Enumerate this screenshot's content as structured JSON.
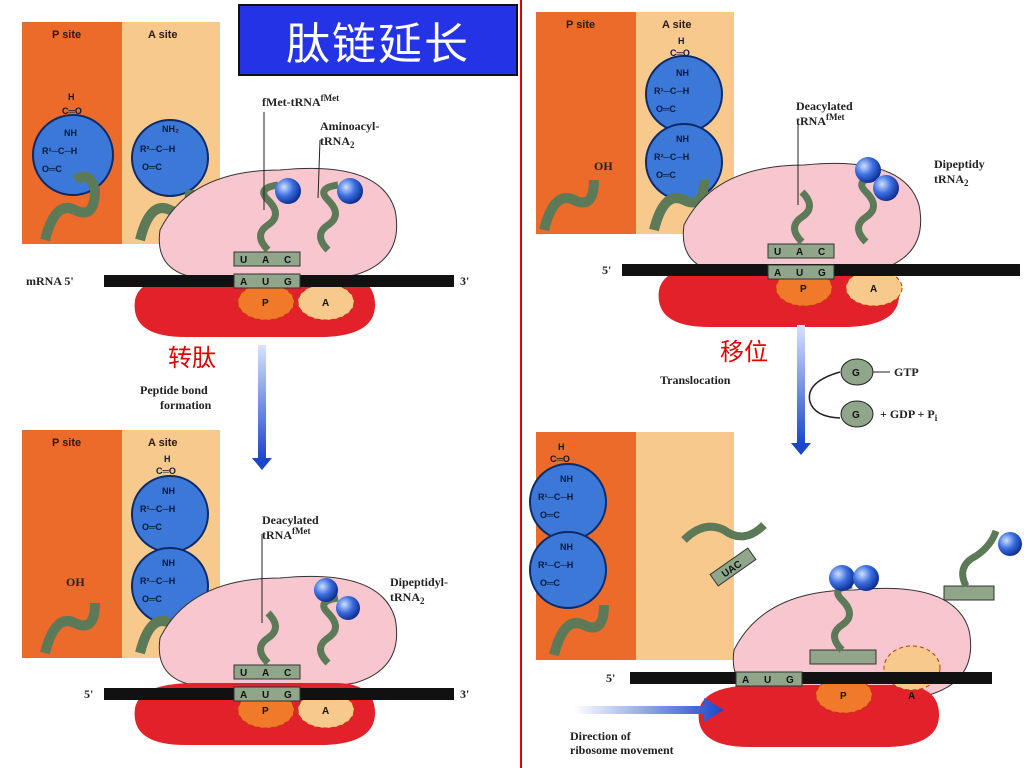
{
  "title": "肽链延长",
  "steps": {
    "peptide_bond_cn": "转肽",
    "peptide_bond_en_1": "Peptide bond",
    "peptide_bond_en_2": "formation",
    "translocation_cn": "移位",
    "translocation_en": "Translocation",
    "gtp_label": "GTP",
    "gdp_label": "+ GDP + P",
    "gdp_sub": "i",
    "g_symbol": "G"
  },
  "panels": {
    "p_site": "P site",
    "a_site": "A site",
    "fmet_trna": "fMet-tRNA",
    "fmet_sup": "fMet",
    "aminoacyl_1": "Aminoacyl-",
    "aminoacyl_2": "tRNA",
    "aminoacyl_sub": "2",
    "deacylated_1": "Deacylated",
    "deacylated_2": "tRNA",
    "dipeptidyl_1": "Dipeptidyl-",
    "dipeptidyl_2": "tRNA",
    "dipeptidyl_tr_1": "Dipeptidy",
    "mrna": "mRNA 5'",
    "five_prime": "5'",
    "three_prime": "3'",
    "p_label": "P",
    "a_label": "A",
    "oh": "OH",
    "direction_1": "Direction of",
    "direction_2": "ribosome movement",
    "anticodon": [
      "U",
      "A",
      "C"
    ],
    "codon": [
      "A",
      "U",
      "G"
    ],
    "ejected_anticodon": "UAC"
  },
  "chem": {
    "h": "H",
    "c_eq_o": "C═O",
    "nh": "NH",
    "r1": "R¹─C─H",
    "r2": "R²─C─H",
    "o_eq_c": "O═C",
    "nh2": "NH₂",
    "o": "O",
    "oh": "OH"
  },
  "colors": {
    "title_bg": "#2433e6",
    "p_site_strip": "#ec6a2a",
    "a_site_strip": "#f8c98c",
    "ribosome_large": "#f7c6cf",
    "ribosome_small": "#e2212a",
    "amino_acid": "#3c78d8",
    "trna": "#6f8f6c",
    "mrna": "#111111",
    "arrow": "#1a46c8",
    "divider": "#e00000"
  }
}
